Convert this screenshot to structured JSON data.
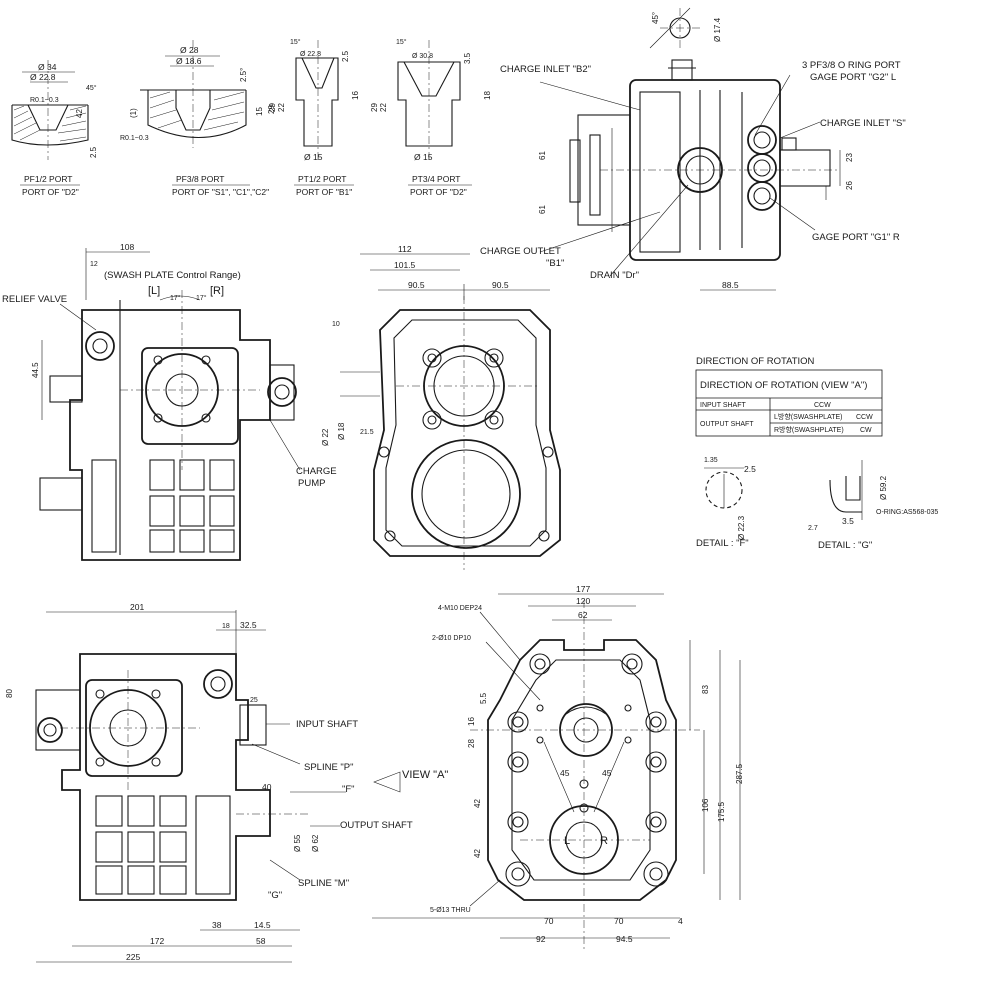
{
  "ports": {
    "pf12": {
      "d_outer": "Ø 34",
      "d_inner": "Ø 22.8",
      "angle": "45°",
      "r": "R0.1~0.3",
      "depth": "2.5",
      "h": "42",
      "title": "PF1/2 PORT",
      "sub": "PORT OF \"D2\""
    },
    "pf38": {
      "d_outer": "Ø 28",
      "d_inner": "Ø 18.6",
      "angle": "2.5°",
      "r": "R0.1~0.3",
      "depth": "15",
      "h": "29",
      "one": "(1)",
      "title": "PF3/8 PORT",
      "sub": "PORT OF \"S1\", \"C1\",\"C2\""
    },
    "pt12": {
      "angle": "15°",
      "d_inner": "Ø 22.8",
      "d_bot": "Ø 15",
      "h1": "22",
      "h2": "29",
      "h3": "16",
      "depth": "2.5",
      "title": "PT1/2 PORT",
      "sub": "PORT OF \"B1\""
    },
    "pt34": {
      "angle": "15°",
      "d_inner": "Ø 30.8",
      "d_bot": "Ø 15",
      "h1": "22",
      "h2": "29",
      "h3": "18",
      "depth": "3.5",
      "title": "PT3/4 PORT",
      "sub": "PORT OF \"D2\""
    }
  },
  "detail_top": {
    "dim1": "45°",
    "dim2": "Ø 17.4"
  },
  "top_right": {
    "charge_inlet_b2": "CHARGE INLET \"B2\"",
    "port_label_1": "3  PF3/8 O RING PORT",
    "port_label_2": "GAGE PORT \"G2\" L",
    "charge_inlet_s": "CHARGE INLET \"S\"",
    "gage_g1": "GAGE PORT \"G1\" R",
    "charge_outlet": "CHARGE OUTLET",
    "charge_outlet_b1": "\"B1\"",
    "drain": "DRAIN \"Dr\"",
    "dim_61": "61",
    "dim_61b": "61",
    "dim_23": "23",
    "dim_26": "26",
    "dim_88": "88.5"
  },
  "middle_left": {
    "dim_108": "108",
    "dim_12": "12",
    "swash": "(SWASH PLATE Control Range)",
    "L": "[L]",
    "R": "[R]",
    "deg_l": "17°",
    "deg_r": "17°",
    "relief": "RELIEF VALVE",
    "dim_445": "44.5",
    "charge": "CHARGE",
    "pump": "PUMP"
  },
  "middle_center": {
    "dim_112": "112",
    "dim_1015": "101.5",
    "dim_905l": "90.5",
    "dim_905r": "90.5",
    "dim_10": "10",
    "dim_22": "Ø 22",
    "dim_18": "Ø 18",
    "dim_215": "21.5"
  },
  "rotation_table": {
    "title": "DIRECTION OF ROTATION",
    "header": "DIRECTION OF ROTATION (VIEW \"A\")",
    "input_label": "INPUT SHAFT",
    "input_val": "CCW",
    "output_label": "OUTPUT SHAFT",
    "out_l": "L방향(SWASHPLATE)",
    "out_l_val": "CCW",
    "out_r": "R방향(SWASHPLATE)",
    "out_r_val": "CW"
  },
  "detail_f": {
    "dim_135": "1.35",
    "dim_25": "2.5",
    "dim_d": "Ø 22.3",
    "label": "DETAIL : \"F\""
  },
  "detail_g": {
    "dim_d": "Ø 59.2",
    "dim_27": "2.7",
    "dim_35": "3.5",
    "oring": "O-RING:AS568-035",
    "label": "DETAIL : \"G\""
  },
  "bottom_left": {
    "dim_201": "201",
    "dim_325": "32.5",
    "dim_18": "18",
    "dim_80": "80",
    "dim_25": "25",
    "input_shaft": "INPUT SHAFT",
    "spline_p": "SPLINE \"P\"",
    "view_a": "VIEW \"A\"",
    "f": "\"F\"",
    "dim_40": "40",
    "dim_55": "Ø 55",
    "dim_62": "Ø 62",
    "output_shaft": "OUTPUT SHAFT",
    "spline_m": "SPLINE \"M\"",
    "g": "\"G\"",
    "dim_38": "38",
    "dim_145": "14.5",
    "dim_172": "172",
    "dim_58": "58",
    "dim_225": "225"
  },
  "bottom_right": {
    "dim_177": "177",
    "dim_120": "120",
    "dim_62": "62",
    "m10": "4-M10 DEP24",
    "pin": "2-Ø10 DP10",
    "dim_55": "5.5",
    "dim_16": "16",
    "dim_28": "28",
    "dim_45l": "45",
    "dim_45r": "45",
    "dim_42a": "42",
    "dim_42b": "42",
    "dim_83": "83",
    "dim_106": "106",
    "dim_2875": "287.5",
    "dim_1755": "175.5",
    "L": "L",
    "R": "R",
    "thru": "5-Ø13 THRU",
    "dim_70l": "70",
    "dim_70r": "70",
    "dim_4": "4",
    "dim_92": "92",
    "dim_945": "94.5"
  }
}
